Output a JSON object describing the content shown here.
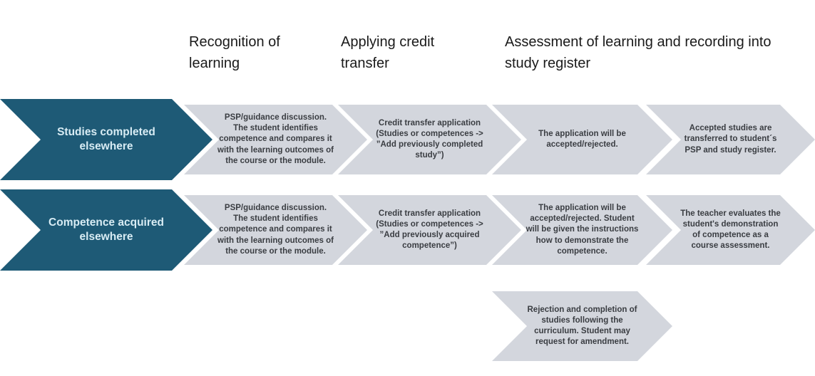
{
  "colors": {
    "teal": "#1E5A76",
    "gray": "#D3D6DD",
    "teal_text": "#D8ECF4",
    "gray_text": "#3A3D42",
    "header_text": "#1A1A1A"
  },
  "headers": [
    {
      "label": "Recognition of learning"
    },
    {
      "label": "Applying credit transfer"
    },
    {
      "label": "Assessment of learning and recording into study register"
    }
  ],
  "rows": [
    {
      "label": "Studies completed elsewhere",
      "steps": [
        "PSP/guidance discussion. The student identifies competence and compares it with the learning outcomes of the course or the module.",
        "Credit transfer application (Studies or competences -> ”Add previously completed study”)",
        "The application will be accepted/rejected.",
        "Accepted studies are transferred to student´s PSP and study register."
      ]
    },
    {
      "label": "Competence acquired elsewhere",
      "steps": [
        "PSP/guidance discussion. The student identifies competence and compares it with the learning outcomes of the course or the module.",
        "Credit transfer application (Studies or competences -> ”Add previously acquired competence”)",
        "The application will be accepted/rejected. Student will be given the instructions how to demonstrate the competence.",
        "The teacher evaluates the student's demonstration of competence as a course assessment."
      ]
    }
  ],
  "extra_step": "Rejection and completion of studies following the curriculum. Student may request for amendment."
}
